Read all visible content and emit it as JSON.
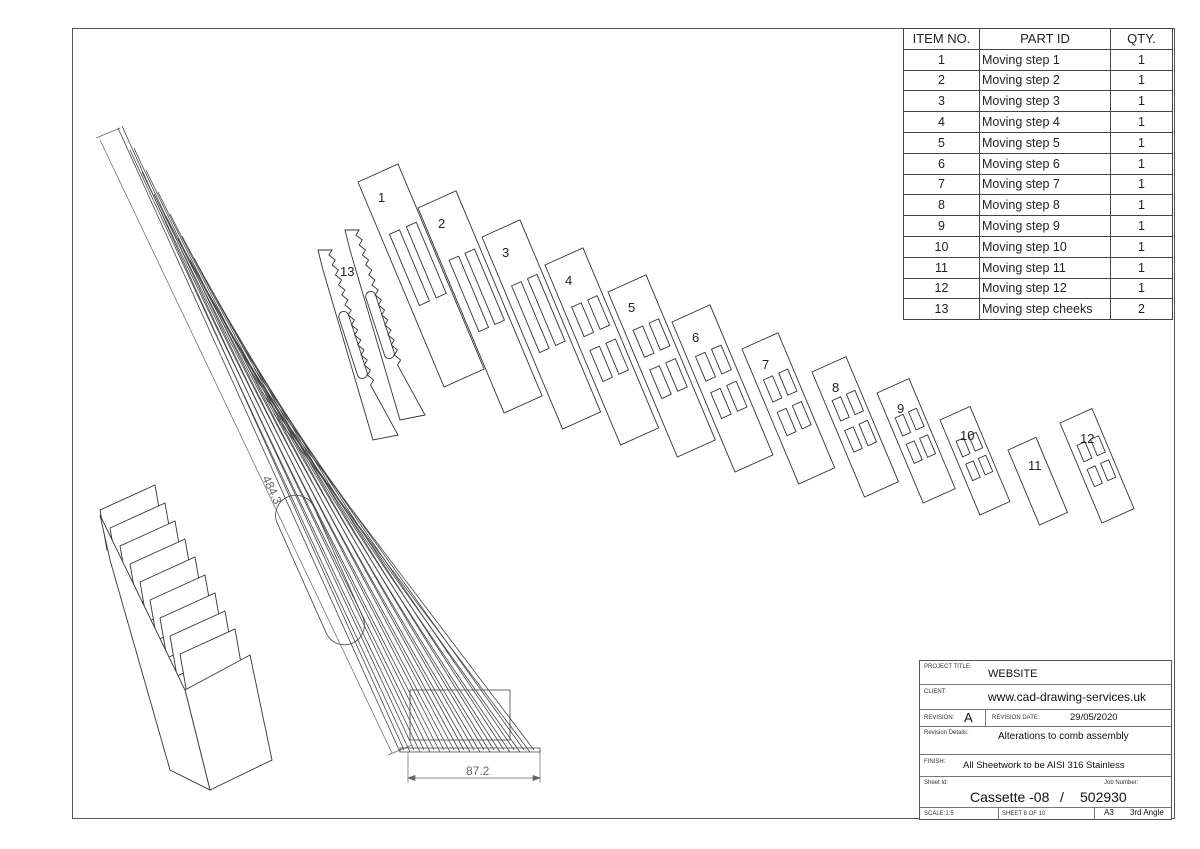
{
  "part_labels": [
    "1",
    "2",
    "3",
    "4",
    "5",
    "6",
    "7",
    "8",
    "9",
    "10",
    "11",
    "12",
    "13"
  ],
  "dimensions": {
    "length": "484.3",
    "width": "87.2"
  },
  "bom": {
    "headers": [
      "ITEM NO.",
      "PART ID",
      "QTY."
    ],
    "rows": [
      [
        "1",
        "Moving step 1",
        "1"
      ],
      [
        "2",
        "Moving step 2",
        "1"
      ],
      [
        "3",
        "Moving step 3",
        "1"
      ],
      [
        "4",
        "Moving step 4",
        "1"
      ],
      [
        "5",
        "Moving step 5",
        "1"
      ],
      [
        "6",
        "Moving step 6",
        "1"
      ],
      [
        "7",
        "Moving step 7",
        "1"
      ],
      [
        "8",
        "Moving step 8",
        "1"
      ],
      [
        "9",
        "Moving step 9",
        "1"
      ],
      [
        "10",
        "Moving step 10",
        "1"
      ],
      [
        "11",
        "Moving step 11",
        "1"
      ],
      [
        "12",
        "Moving step 12",
        "1"
      ],
      [
        "13",
        "Moving step cheeks",
        "2"
      ]
    ]
  },
  "title_block": {
    "project_title_label": "PROJECT TITLE:",
    "project_title": "WEBSITE",
    "client_label": "CLIENT:",
    "client": "www.cad-drawing-services.uk",
    "revision_label": "REVISION:",
    "revision": "A",
    "revision_date_label": "REVISION DATE:",
    "revision_date": "29/05/2020",
    "revision_details_label": "Revision Details:",
    "revision_details": "Alterations to comb assembly",
    "finish_label": "FINISH:",
    "finish": "All Sheetwork to be AISI 316 Stainless",
    "sheet_id_label": "Sheet Id:",
    "job_number_label": "Job Number:",
    "sheet_id": "Cassette -08",
    "separator": "/",
    "job_number": "502930",
    "scale": "SCALE:1:5",
    "sheet": "SHEET 8 OF 10",
    "paper_size": "A3",
    "projection": "3rd Angle"
  }
}
